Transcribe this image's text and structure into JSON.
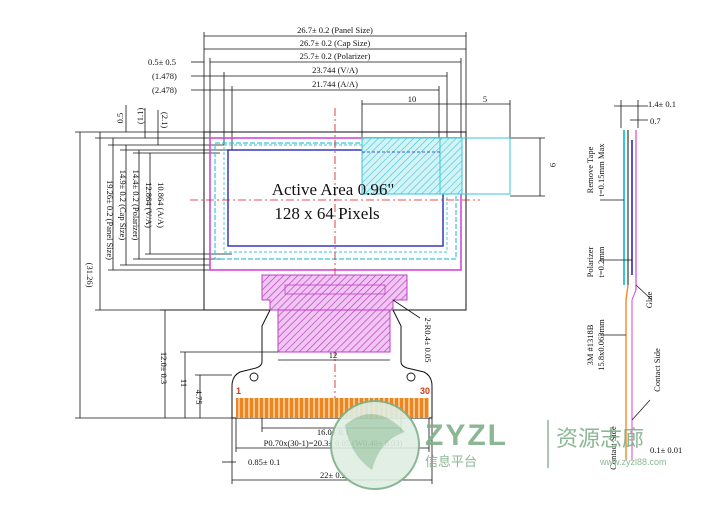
{
  "colors": {
    "line": "#111111",
    "panel_magenta": "#d24ad6",
    "polarizer_blue": "#2a2ab8",
    "cyan": "#35c7d8",
    "red_center": "#d61a1a",
    "orange_pins": "#f08a2a",
    "watermark_green": "#7fb089"
  },
  "main_drawing": {
    "active_area_title": "Active Area 0.96\"",
    "active_area_pixels": "128 x 64 Pixels",
    "top_dims": {
      "panel_size": "26.7± 0.2 (Panel Size)",
      "cap_size": "26.7± 0.2 (Cap Size)",
      "polarizer": "25.7± 0.2 (Polarizer)",
      "offset_05": "0.5± 0.5",
      "va_offset": "(1.478)",
      "aa_offset": "(2.478)",
      "va_width": "23.744 (V/A)",
      "aa_width": "21.744 (A/A)",
      "cyan_10": "10",
      "cyan_5": "5",
      "cyan_9": "9"
    },
    "left_dims": {
      "left_05": "0.5",
      "left_11": "(1.1)",
      "left_21": "(2.1)",
      "aa_height": "10.864 (A/A)",
      "va_height": "12.864 (V/A)",
      "polarizer_h": "14.4± 0.2 (Polarizer)",
      "cap_h": "14.9± 0.2 (Cap Size)",
      "panel_h": "19.26± 0.2 (Panel Size)",
      "total_h": "(31.26)"
    },
    "fpc_dims": {
      "fpc_12": "12",
      "fpc_12_3": "12.0± 0.3",
      "fpc_11": "11",
      "fpc_475": "4.75",
      "fpc_radius": "2-R0.4± 0.05",
      "pin_first": "1",
      "pin_last": "30",
      "fpc_16": "16.0± 0.1",
      "pitch": "P0.70x(30-1)=20.3± 0.05 (W0.40± 0.03)",
      "edge_085": "0.85± 0.1",
      "fpc_22": "22± 0.2"
    }
  },
  "side_view": {
    "dim_14": "1.4± 0.1",
    "dim_07": "0.7",
    "remove_tape": "Remove Tape",
    "remove_tape_thk": "t=0.15mm Max",
    "polarizer": "Polarizer",
    "polarizer_thk": "t=0.2mm",
    "glue": "Glue",
    "tape_3m": "3M #1318B",
    "tape_3m_size": "15.8x0.063mm",
    "contact_side": "Contact Side",
    "contact_side_2": "Contact Side",
    "dim_01": "0.1± 0.01"
  },
  "watermark": {
    "latin": "ZYZL",
    "cn_main": "资源志廊",
    "cn_sub": "信息平台",
    "url": "www.zyzl88.com"
  }
}
